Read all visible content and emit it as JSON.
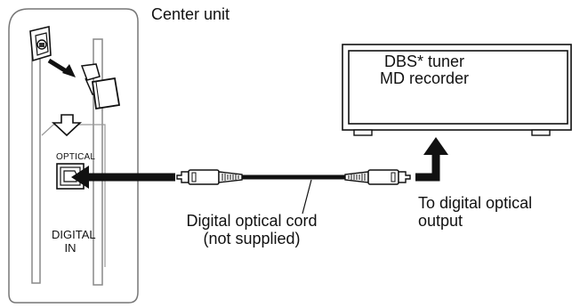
{
  "center_unit": {
    "title": "Center unit",
    "jack_label": "OPTICAL",
    "input_label_line1": "DIGITAL",
    "input_label_line2": "IN"
  },
  "external_device": {
    "line1": "DBS* tuner",
    "line2": "MD recorder"
  },
  "cord": {
    "label_line1": "Digital optical cord",
    "label_line2": "(not supplied)"
  },
  "output": {
    "label_line1": "To digital optical",
    "label_line2": "output"
  }
}
